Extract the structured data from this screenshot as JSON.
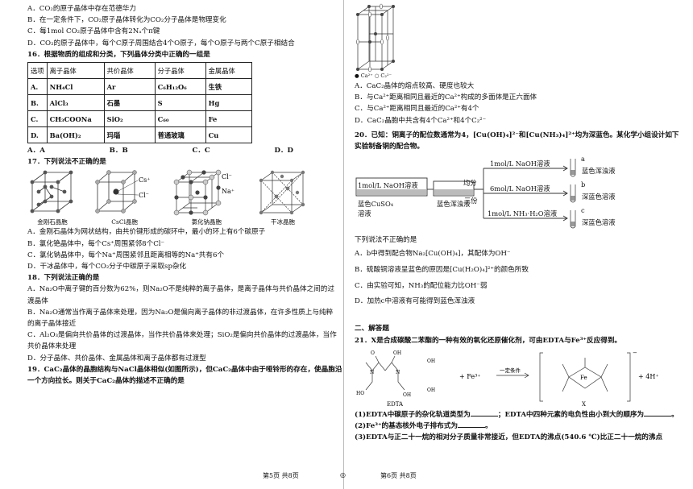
{
  "left": {
    "lines": [
      "A．CO₂的原子晶体中存在范德华力",
      "B．在一定条件下，CO₂原子晶体转化为CO₂分子晶体是物理变化",
      "C．每1mol CO₂原子晶体中含有2Nₐ个π键",
      "D．CO₂的原子晶体中，每个C原子周围结合4个O原子，每个O原子与两个C原子相结合"
    ],
    "q16": "16．根据物质的组成和分类，下列晶体分类中正确的一组是",
    "table": {
      "header": [
        "选项",
        "离子晶体",
        "共价晶体",
        "分子晶体",
        "金属晶体"
      ],
      "rows": [
        [
          "A.",
          "NH₄Cl",
          "Ar",
          "C₆H₁₂O₆",
          "生铁"
        ],
        [
          "B.",
          "AlCl₃",
          "石墨",
          "S",
          "Hg"
        ],
        [
          "C.",
          "CH₃COONa",
          "SiO₂",
          "C₆₀",
          "Fe"
        ],
        [
          "D.",
          "Ba(OH)₂",
          "玛瑙",
          "普通玻璃",
          "Cu"
        ]
      ]
    },
    "q16_choices": [
      "A．A",
      "B．B",
      "C．C",
      "D．D"
    ],
    "q17": "17．下列说法不正确的是",
    "crystals": [
      "金刚石晶胞",
      "CsCl晶胞",
      "氯化钠晶胞",
      "干冰晶胞"
    ],
    "crystal_labels": {
      "cs": "Cs⁺",
      "cl": "Cl⁻",
      "cl2": "Cl⁻",
      "na": "Na⁺"
    },
    "q17_lines": [
      "A．金刚石晶体为网状结构，由共价键形成的碳环中，最小的环上有6个碳原子",
      "B．氯化铯晶体中，每个Cs⁺周围紧邻8个Cl⁻",
      "C．氯化钠晶体中，每个Na⁺周围紧邻且距离相等的Na⁺共有6个",
      "D．干冰晶体中，每个CO₂分子中碳原子采取sp杂化"
    ],
    "q18": "18．下列说法正确的是",
    "q18_lines": [
      "A．Na₂O中离子键的百分数为62%，则Na₂O不是纯粹的离子晶体，是离子晶体与共价晶体之间的过",
      "渡晶体",
      "B．Na₂O通常当作离子晶体来处理，因为Na₂O是偏向离子晶体的非过渡晶体，在许多性质上与纯粹",
      "的离子晶体接近",
      "C．Al₂O₃是偏向共价晶体的过渡晶体，当作共价晶体来处理；SiO₂是偏向共价晶体的过渡晶体，当作",
      "共价晶体来处理",
      "D．分子晶体、共价晶体、金属晶体和离子晶体都有过渡型"
    ],
    "q19_lines": [
      "19．CaC₂晶体的晶胞结构与NaCl晶体相似(如图所示)，但CaC₂晶体中由于哑铃形的存在，使晶胞沿",
      "一个方向拉长。则关于CaC₂晶体的描述不正确的是"
    ],
    "footer": "第5页  共8页"
  },
  "right": {
    "legend": "● Ca²⁺  ○ C₂²⁻",
    "q19_choices": [
      "A．CaC₂晶体的熔点较高、硬度也较大",
      "B．与Ca²⁺距离相同且最近的Ca²⁺构成的多面体是正六面体",
      "C．与Ca²⁺距离相同且最近的Ca²⁺有4个",
      "D．CaC₂晶胞中共含有4个Ca²⁺和4个C₂²⁻"
    ],
    "q20_lines": [
      "20．已知：铜离子的配位数通常为4，[Cu(OH)₄]²⁻和[Cu(NH₃)₄]²⁺均为深蓝色。某化学小组设计如下",
      "实验制备铜的配合物。"
    ],
    "flow": {
      "naoh1": "1mol/L NaOH溶液",
      "junfen": "均分",
      "sanfen": "三份",
      "start1": "蓝色CuSO₄",
      "start2": "溶液",
      "mid": "蓝色浑浊液",
      "top_reagent": "1mol/L NaOH溶液",
      "mid_reagent": "6mol/L NaOH溶液",
      "bot_reagent": "1mol/L NH₃·H₂O溶液",
      "a": "a",
      "b": "b",
      "c": "c",
      "ra": "蓝色浑浊液",
      "rb": "深蓝色溶液",
      "rc": "深蓝色溶液"
    },
    "q20_q": "下列说法不正确的是",
    "q20_choices": [
      "A．b中得到配合物Na₂[Cu(OH)₄]，其配体为OH⁻",
      "B．硫酸铜溶液呈蓝色的原因是[Cu(H₂O)₄]²⁺的颜色所致",
      "C．由实验可知，NH₃的配位能力比OH⁻弱",
      "D．加热c中溶液有可能得到蓝色浑浊液"
    ],
    "section": "二、解答题",
    "q21": "21．X是合成碳酸二苯酯的一种有效的氧化还原催化剂，可由EDTA与Fe³⁺反应得到。",
    "rxn": {
      "plus_fe": "+ Fe³⁺",
      "cond": "一定条件",
      "plus_h": "+ 4H⁺",
      "edta": "EDTA",
      "x": "X",
      "fe": "Fe",
      "n": "N",
      "o": "O",
      "oh": "OH",
      "ho": "HO",
      "charge": "−"
    },
    "q21_parts": [
      {
        "pre": "(1)EDTA中碳原子的杂化轨道类型为",
        "mid": "；EDTA中四种元素的电负性由小到大的顺序为",
        "post": "。"
      },
      {
        "pre": "(2)Fe³⁺的基态核外电子排布式为",
        "post": "。"
      },
      {
        "pre": "(3)EDTA与正二十一烷的相对分子质量非常接近，但EDTA的沸点(540.6 ℃)比正二十一烷的沸点"
      }
    ],
    "footer": "第6页  共8页"
  },
  "center_mark": "◎"
}
